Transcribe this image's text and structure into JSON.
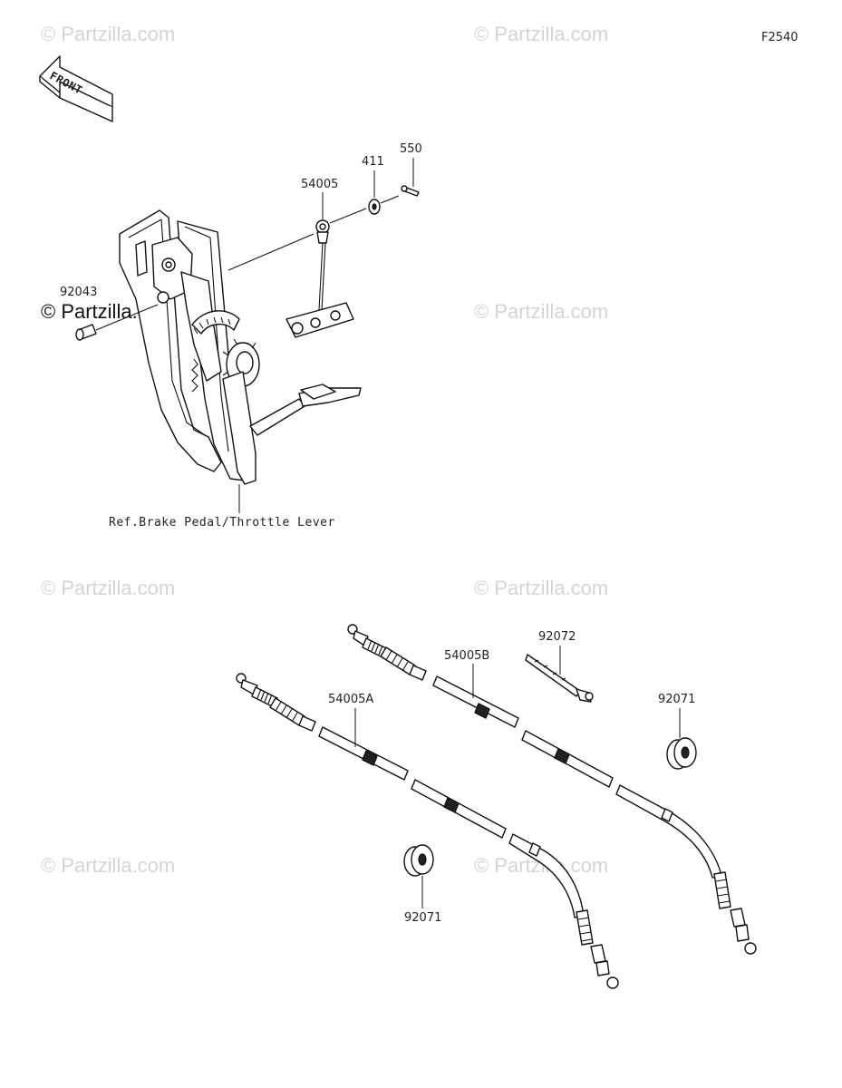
{
  "diagram": {
    "figure_code": "F2540",
    "direction_label": "FRONT",
    "watermarks": [
      "© Partzilla.com",
      "© Partzilla.com",
      "© Partzilla.com",
      "© Partzilla.com",
      "© Partzilla.com",
      "© Partzilla.com",
      "© Partzilla.com",
      "© Partzilla.com"
    ],
    "part_labels": {
      "p550": "550",
      "p411": "411",
      "p54005": "54005",
      "p92043": "92043",
      "p54005B": "54005B",
      "p92072": "92072",
      "p92071_top": "92071",
      "p54005A": "54005A",
      "p92071_bottom": "92071"
    },
    "reference_note": "Ref.Brake Pedal/Throttle Lever"
  }
}
